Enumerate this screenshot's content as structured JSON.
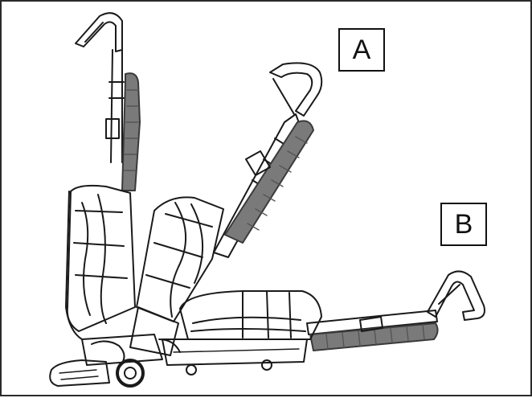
{
  "diagram": {
    "position_a_label": "A",
    "position_b_label": "B",
    "colors": {
      "outline": "#1a1a1a",
      "hose_fill": "#7a7a7a",
      "background": "#ffffff"
    },
    "icons": [
      "vacuum-upright-position",
      "vacuum-reclined-position",
      "vacuum-flat-position"
    ]
  }
}
